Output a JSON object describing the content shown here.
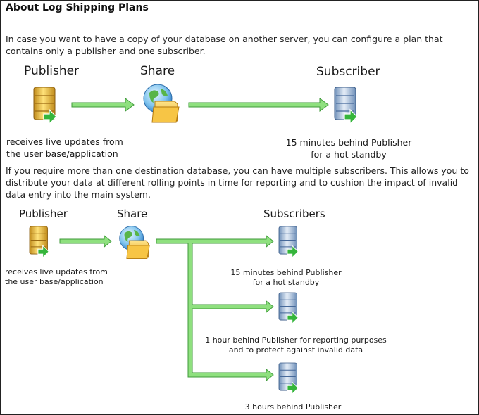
{
  "title": "About Log Shipping Plans",
  "intro": "In case you want to have a copy of your database on another server, you can configure a plan that contains only a publisher and one subscriber.",
  "diagram1": {
    "publisher_label": "Publisher",
    "share_label": "Share",
    "subscriber_label": "Subscriber",
    "publisher_caption_1": "receives live updates from",
    "publisher_caption_2": "the user base/application",
    "subscriber_caption_1": "15 minutes behind Publisher",
    "subscriber_caption_2": "for a hot standby"
  },
  "middle": "If you require more than one destination database, you can have multiple subscribers. This allows you to distribute your data at different rolling points in time for reporting and to cushion the impact of invalid data entry into the main system.",
  "diagram2": {
    "publisher_label": "Publisher",
    "share_label": "Share",
    "subscribers_label": "Subscribers",
    "publisher_caption_1": "receives live updates from",
    "publisher_caption_2": "the user base/application",
    "sub1_caption_1": "15 minutes behind Publisher",
    "sub1_caption_2": "for a hot standby",
    "sub2_caption_1": "1 hour behind Publisher for reporting purposes",
    "sub2_caption_2": "and to protect against invalid data",
    "sub3_caption_1": "3 hours behind Publisher"
  },
  "colors": {
    "arrow_fill": "#8fe07f",
    "arrow_stroke": "#3f9a3a",
    "publisher_gold": "#e7b93a",
    "subscriber_blue": "#9fb8d8"
  },
  "icons": [
    "publisher-database-icon",
    "share-folder-globe-icon",
    "subscriber-database-icon"
  ]
}
